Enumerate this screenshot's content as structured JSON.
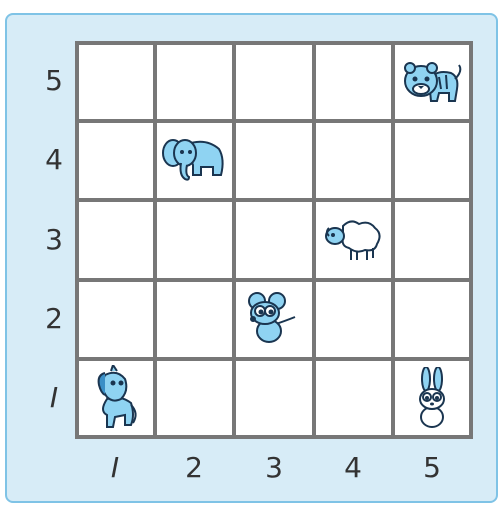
{
  "grid": {
    "rows": 5,
    "cols": 5,
    "row_labels": [
      "5",
      "4",
      "3",
      "2",
      "I"
    ],
    "col_labels": [
      "I",
      "2",
      "3",
      "4",
      "5"
    ]
  },
  "animals": [
    {
      "name": "tiger",
      "col": 5,
      "row": 5
    },
    {
      "name": "elephant",
      "col": 2,
      "row": 4
    },
    {
      "name": "sheep",
      "col": 4,
      "row": 3
    },
    {
      "name": "mouse",
      "col": 3,
      "row": 2
    },
    {
      "name": "horse",
      "col": 1,
      "row": 1
    },
    {
      "name": "rabbit",
      "col": 5,
      "row": 1
    }
  ],
  "colors": {
    "background": "#d7ecf7",
    "border": "#7fc3e6",
    "gridline": "#777777",
    "animal_fill": "#8fd3f2",
    "animal_stroke": "#1a3550"
  }
}
